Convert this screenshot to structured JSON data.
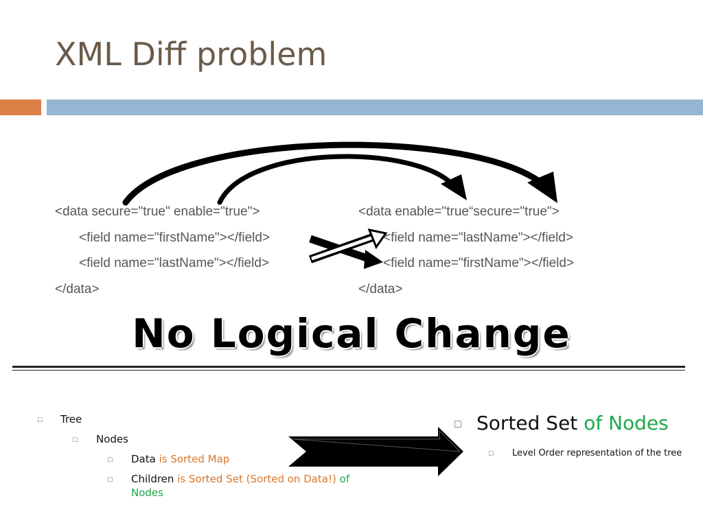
{
  "title": "XML Diff problem",
  "left_xml": {
    "line1": "<data secure=\"true\" enable=\"true\">",
    "line2": "<field name=\"firstName\"></field>",
    "line3": "<field name=\"lastName\"></field>",
    "line4": "</data>"
  },
  "right_xml": {
    "line1": "<data enable=\"true“secure=\"true\">",
    "line2": "<field name=\"lastName\"></field>",
    "line3": "<field name=\"firstName\"></field>",
    "line4": "</data>"
  },
  "headline": "No Logical Change",
  "bullets": {
    "tree": "Tree",
    "nodes": "Nodes",
    "data_label": "Data",
    "data_desc": "is Sorted Map",
    "children_label": "Children",
    "children_desc": "is Sorted Set (Sorted on Data!)",
    "children_of": "of",
    "children_nodes": "Nodes"
  },
  "right_bullets": {
    "sorted_set": "Sorted Set",
    "of_nodes": "of Nodes",
    "level_order": "Level Order representation of the tree"
  },
  "bullet_glyph": "□",
  "colors": {
    "title": "#6b5a4a",
    "band_orange": "#dd8046",
    "band_blue": "#94b6d2",
    "accent_orange": "#d9762c",
    "accent_green": "#1ea74a"
  }
}
